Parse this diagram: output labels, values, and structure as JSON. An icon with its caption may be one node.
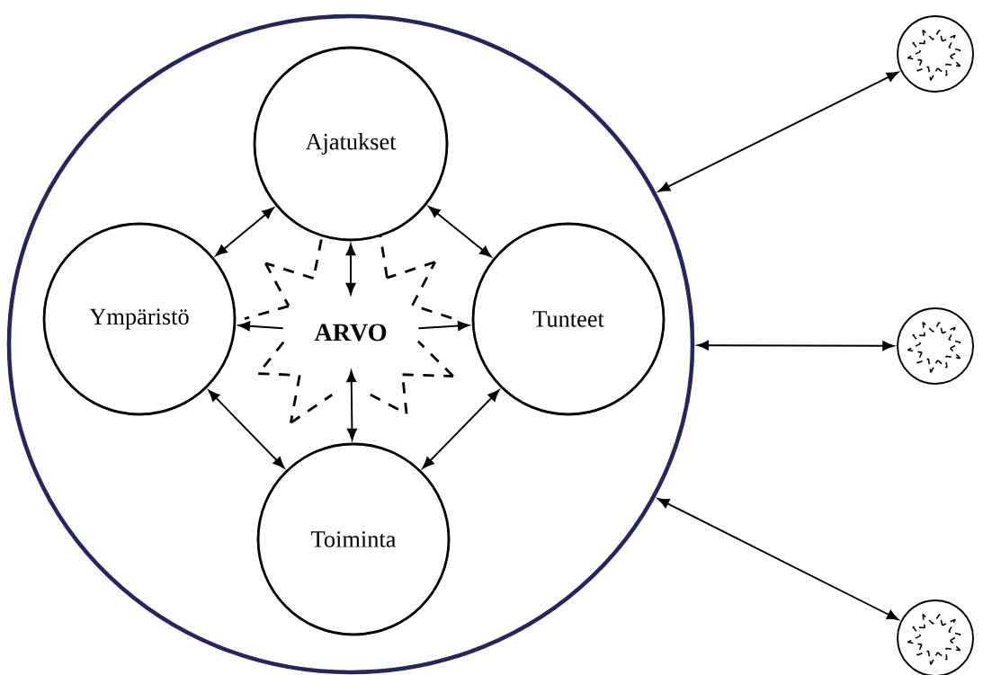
{
  "diagram": {
    "nodes": [
      {
        "text": [],
        "shape": "circle"
      },
      {
        "text": [
          "Ajatukset"
        ],
        "in": 0
      },
      {
        "text": [
          "Ympäristö"
        ],
        "in": 0
      },
      {
        "text": [
          "ARVO"
        ],
        "in": 0
      },
      {
        "text": [
          "Tunteet"
        ],
        "in": 0
      },
      {
        "text": [
          "Toiminta"
        ],
        "in": 0
      },
      {
        "text": [],
        "shape": "circle"
      },
      {
        "text": [],
        "shape": "circle"
      },
      {
        "text": [],
        "shape": "circle"
      }
    ],
    "edges": [
      {
        "from": 0,
        "to": 6,
        "arrow": "both"
      },
      {
        "from": 0,
        "to": 7,
        "arrow": "both"
      },
      {
        "from": 0,
        "to": 8,
        "arrow": "both"
      },
      {
        "from": 1,
        "to": 2,
        "arrow": "both"
      },
      {
        "from": 1,
        "to": 4,
        "arrow": "both"
      },
      {
        "from": 2,
        "to": 5,
        "arrow": "both"
      },
      {
        "from": 4,
        "to": 5,
        "arrow": "both"
      },
      {
        "from": 3,
        "to": 1,
        "arrow": "both"
      },
      {
        "from": 3,
        "to": 2,
        "arrow": "to"
      },
      {
        "from": 3,
        "to": 4,
        "arrow": "to"
      },
      {
        "from": 3,
        "to": 5,
        "arrow": "both"
      }
    ]
  }
}
